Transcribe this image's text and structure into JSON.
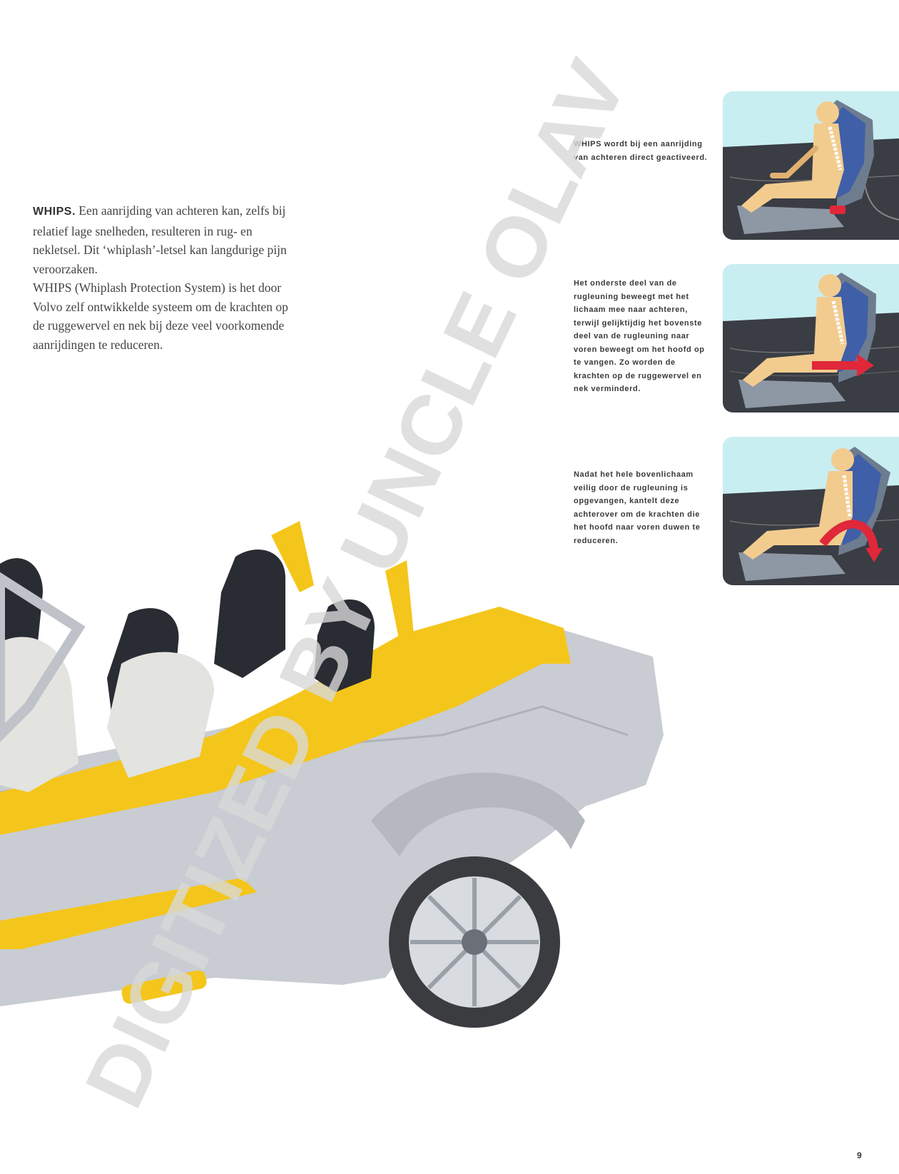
{
  "intro": {
    "lead": "WHIPS.",
    "paragraph1": " Een aanrijding van achteren kan, zelfs bij relatief lage snelheden, resulteren in rug- en nekletsel. Dit ‘whiplash’-letsel kan langdurige pijn veroorzaken.",
    "paragraph2": "WHIPS (Whiplash Protection System) is het door Volvo zelf ontwikkelde systeem om de krachten op de ruggewervel en nek bij deze veel voorkomende aanrijdingen te reduceren."
  },
  "captions": [
    "WHIPS wordt bij een aanrijding van achteren direct geactiveerd.",
    "Het onderste deel van de rugleuning beweegt met het lichaam mee naar achteren, terwijl gelijktijdig het bovenste deel van de rugleuning naar voren beweegt om het hoofd op te vangen. Zo worden de krachten op de ruggewervel en nek verminderd.",
    "Nadat het hele bovenlichaam veilig door de rugleuning is opgevangen, kantelt deze achterover om de krachten die het hoofd naar voren duwen te reduceren."
  ],
  "watermark": "DIGITIZED BY UNCLE OLAV",
  "page_number": "9",
  "colors": {
    "sky": "#c9eef2",
    "interior": "#3a3d44",
    "seat_blue": "#3f5fa8",
    "arrow_red": "#e0283a",
    "skin": "#f2cc8f",
    "car_yellow": "#f4c61b",
    "car_silver": "#c9ccd2"
  }
}
